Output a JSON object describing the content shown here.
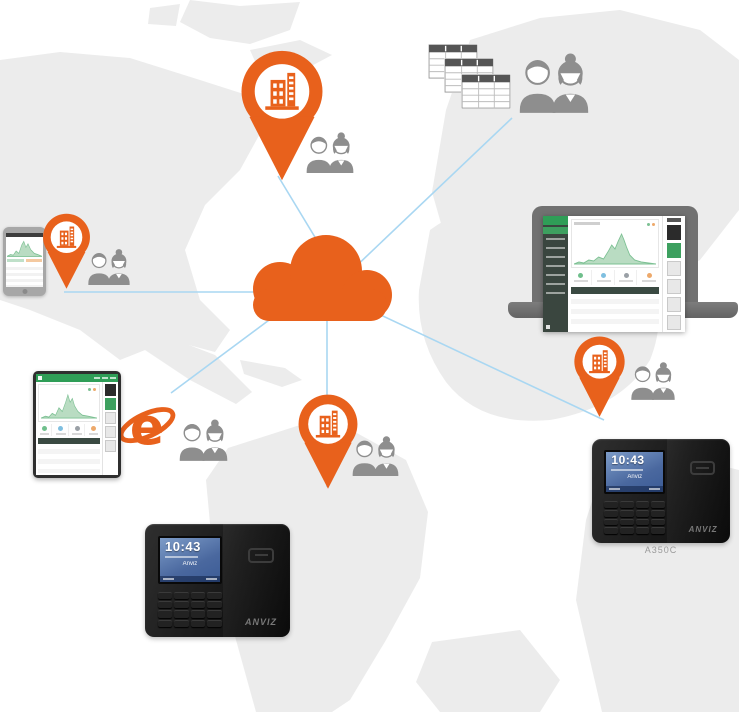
{
  "meta": {
    "description": "Cloud-based attendance system network diagram: central cloud connected to offices, users, devices and dashboards over a world map"
  },
  "colors": {
    "accent_orange": "#E8611C",
    "link_blue": "#A9D7F2",
    "people_gray": "#8E8E8E",
    "map_gray": "#ECECEC",
    "dashboard_green": "#3DA05F",
    "dashboard_sidebar": "#3A463F",
    "terminal_screen_blue": "#4A689F"
  },
  "icons": {
    "cloud": "cloud-icon",
    "location_pin": "location-pin-icon with building-icon",
    "people": "users-pair-icon",
    "spreadsheets": "spreadsheet-table-icons",
    "browser": "internet-explorer-icon",
    "devices": [
      "laptop",
      "tablet",
      "smartphone",
      "attendance-terminal"
    ]
  },
  "browser": {
    "glyph": "e"
  },
  "terminals": {
    "center": {
      "time": "10:43",
      "screen_brand": "Anviz",
      "logo": "ANVIZ"
    },
    "right": {
      "time": "10:43",
      "screen_brand": "Anviz",
      "logo": "ANVIZ",
      "model_label": "A350C"
    }
  }
}
